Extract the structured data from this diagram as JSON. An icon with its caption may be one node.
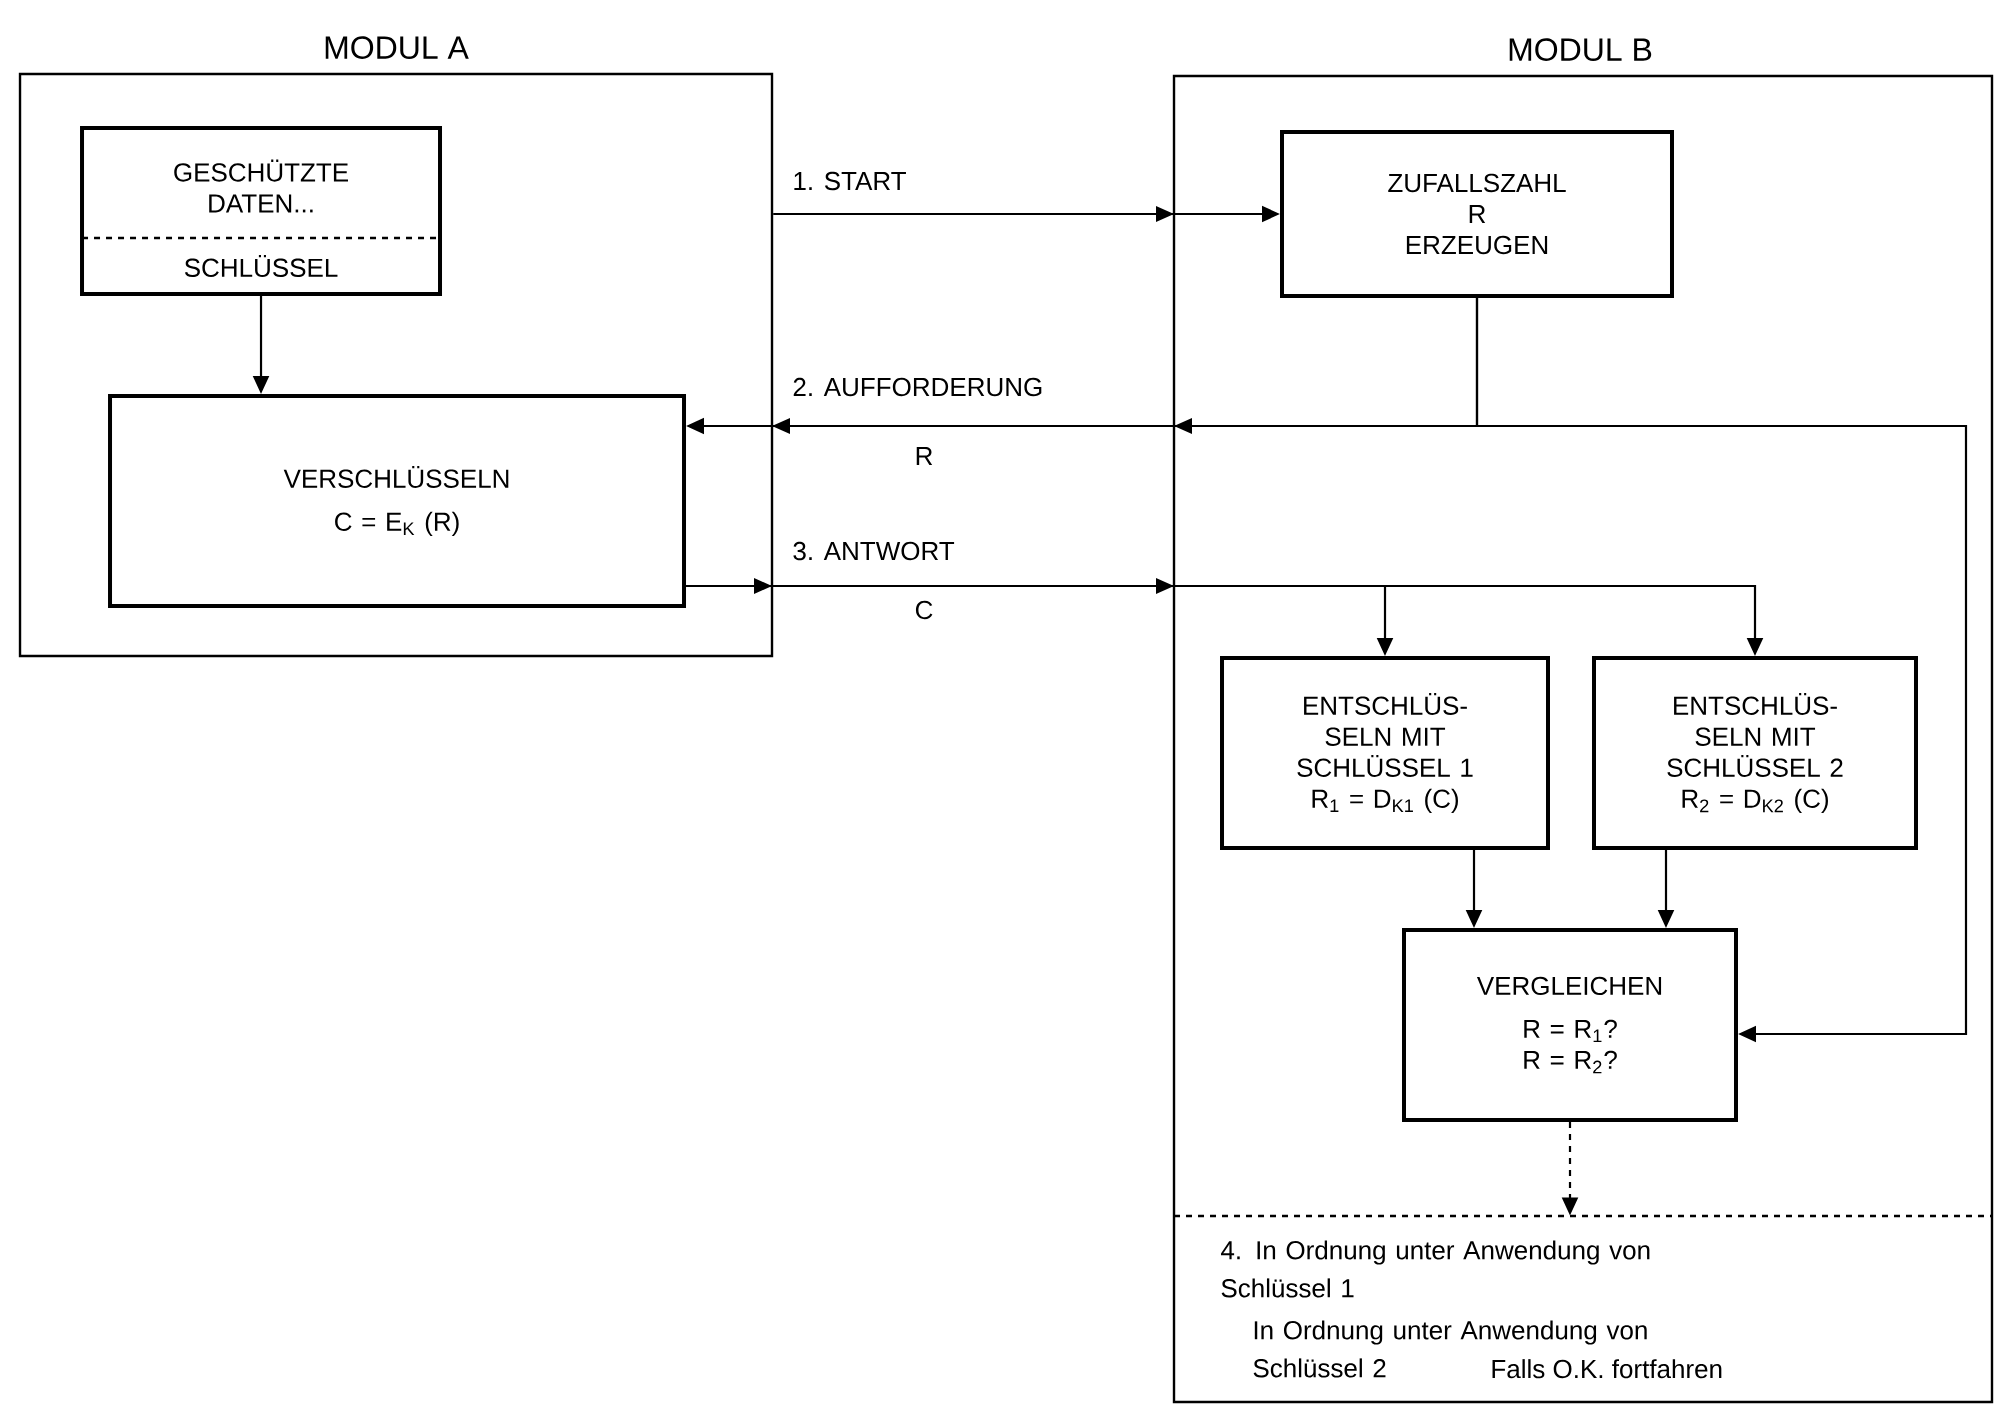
{
  "diagram": {
    "nodes": [
      {
        "text": [
          "MODUL A"
        ]
      },
      {
        "text": [
          "MODUL B"
        ]
      },
      {
        "text": [
          "GESCHÜTZTE DATEN...",
          "SCHLÜSSEL"
        ],
        "in": 0
      },
      {
        "text": [
          "VERSCHLÜSSELN",
          "C = E$_{K}$ (R)"
        ],
        "in": 0
      },
      {
        "text": [
          "ZUFALLSZAHL R ERZEUGEN"
        ],
        "in": 1
      },
      {
        "text": [
          "ENTSCHLÜS- SELN MIT SCHLÜSSEL 1",
          "R$_{1}$ = D$_{K1}$ (C)"
        ],
        "in": 1
      },
      {
        "text": [
          "ENTSCHLÜS- SELN MIT SCHLÜSSEL 2",
          "R$_{2}$ = D$_{K2}$ (C)"
        ],
        "in": 1
      },
      {
        "text": [
          "VERGLEICHEN",
          "R = R$_{1}$?",
          "R = R$_{2}$?"
        ],
        "in": 1
      },
      {
        "text": [
          "4. In Ordnung unter Anwendung von Schlüssel 1",
          "In Ordnung unter Anwendung von Schlüssel 2",
          "Falls O.K. fortfahren"
        ],
        "in": 1
      }
    ],
    "edges": [
      {
        "from": 2,
        "to": 3,
        "arrow": "to"
      },
      {
        "from": 0,
        "to": 4,
        "arrow": "to",
        "label": "1. START"
      },
      {
        "from": 4,
        "to": 3,
        "arrow": "to",
        "label": "2. AUFFORDERUNG"
      },
      {
        "from": 4,
        "to": 7,
        "arrow": "to"
      },
      {
        "from": 3,
        "to": 5,
        "arrow": "to",
        "label": "3. ANTWORT"
      },
      {
        "from": 3,
        "to": 6,
        "arrow": "to"
      },
      {
        "from": 5,
        "to": 7,
        "arrow": "to"
      },
      {
        "from": 6,
        "to": 7,
        "arrow": "to"
      },
      {
        "from": 7,
        "to": 8,
        "arrow": "to",
        "style": "dashed"
      }
    ],
    "labels": [
      "R",
      "C"
    ]
  }
}
